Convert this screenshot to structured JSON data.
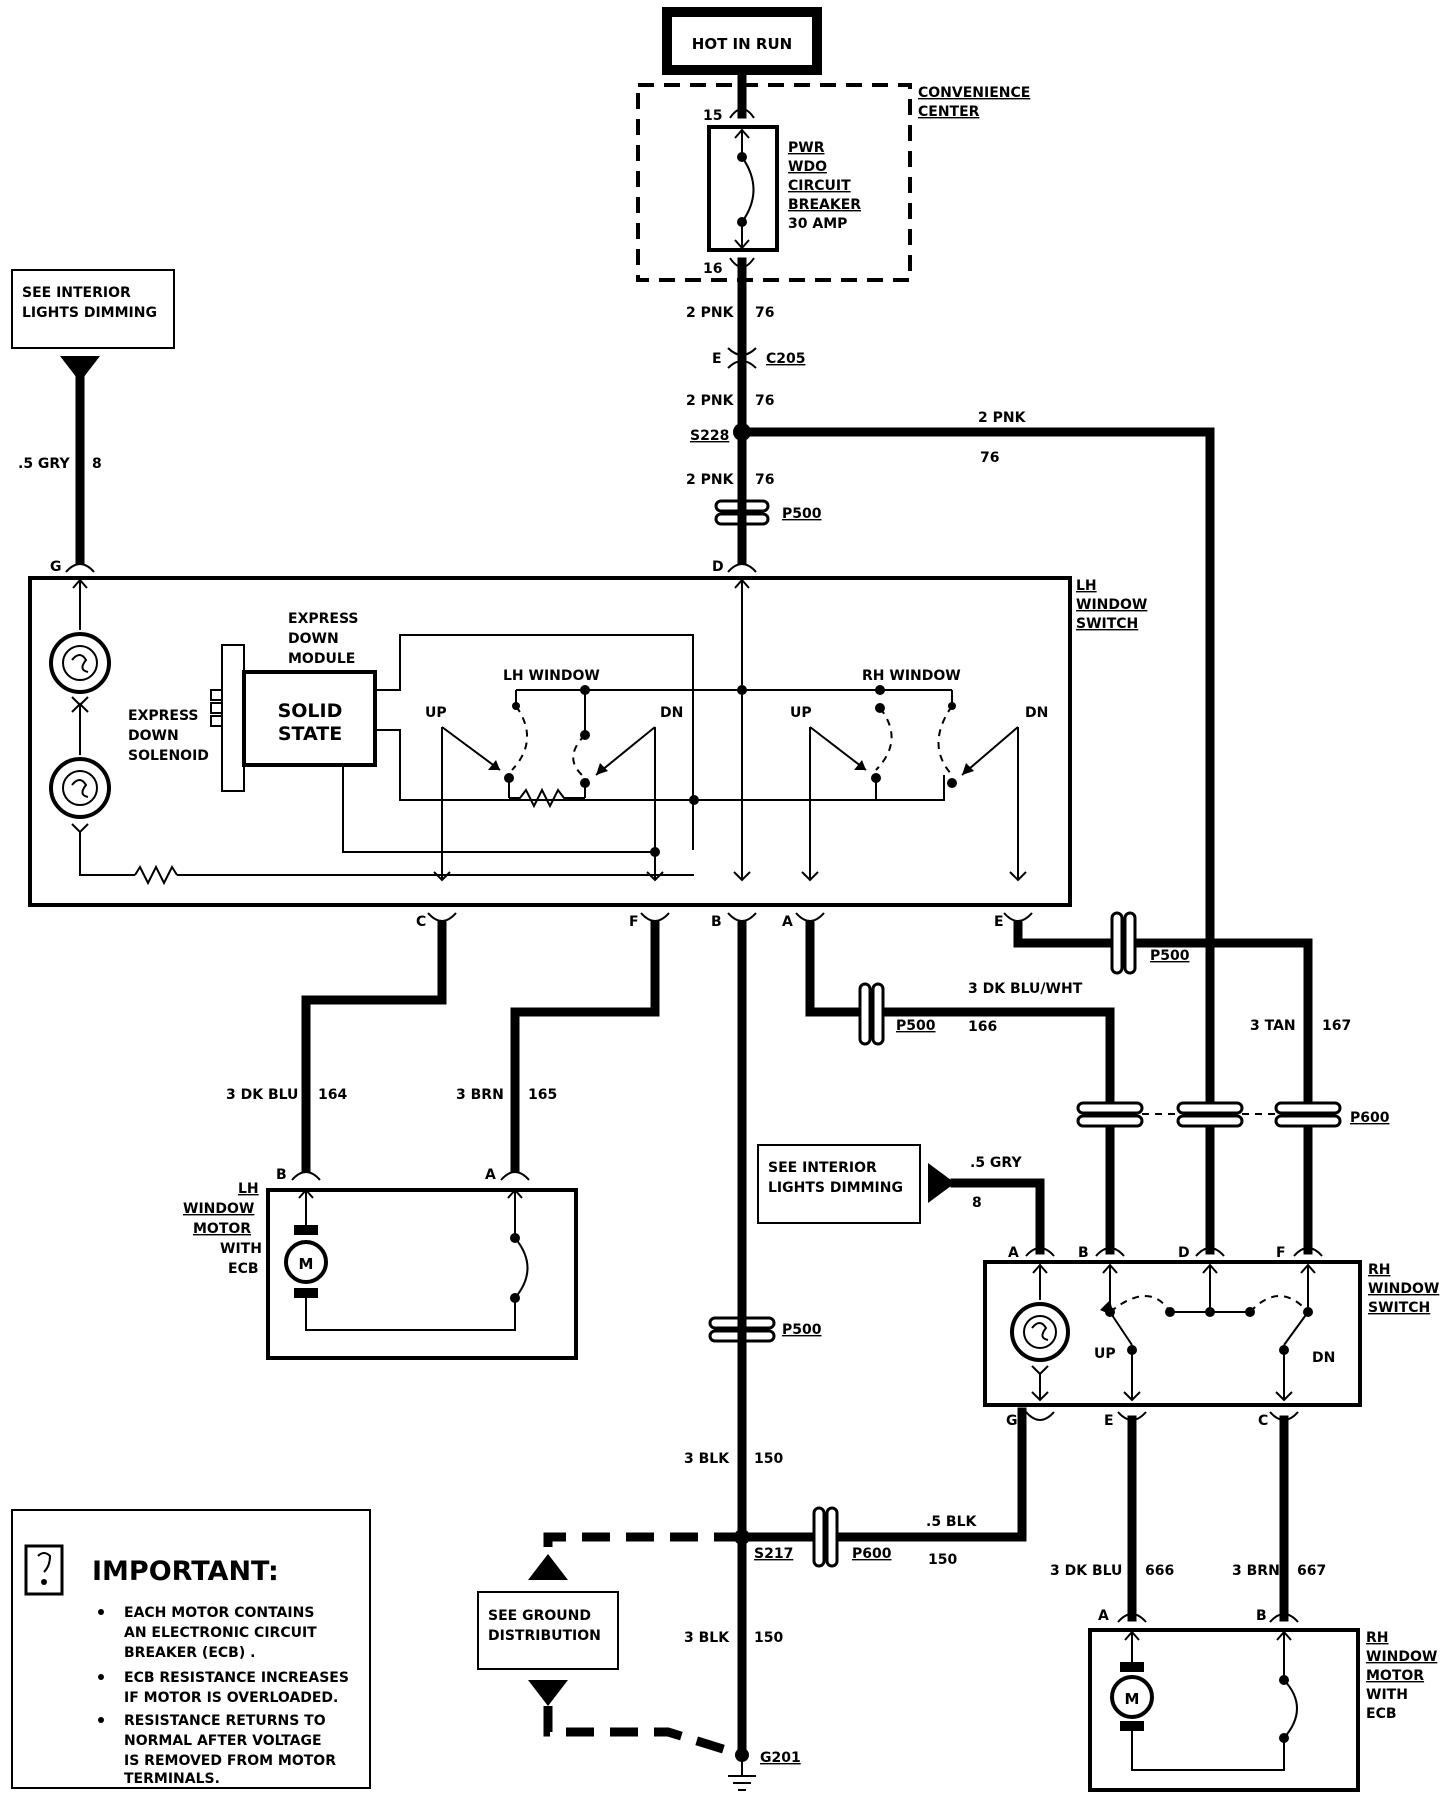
{
  "header": {
    "source_label": "HOT IN RUN"
  },
  "convenience_center": {
    "label_line1": "CONVENIENCE",
    "label_line2": "CENTER",
    "pin_in": "15",
    "pin_out": "16"
  },
  "circuit_breaker": {
    "line1": "PWR",
    "line2": "WDO",
    "line3": "CIRCUIT",
    "line4": "BREAKER",
    "line5": "30 AMP"
  },
  "refs": {
    "interior_lights_1": {
      "line1": "SEE INTERIOR",
      "line2": "LIGHTS DIMMING"
    },
    "interior_lights_2": {
      "line1": "SEE INTERIOR",
      "line2": "LIGHTS DIMMING"
    },
    "ground_distribution": {
      "line1": "SEE GROUND",
      "line2": "DISTRIBUTION"
    }
  },
  "wires": {
    "w1": {
      "gauge": "2 PNK",
      "circuit": "76"
    },
    "w2": {
      "gauge": "2 PNK",
      "circuit": "76"
    },
    "w3": {
      "gauge": "2 PNK",
      "circuit": "76"
    },
    "w4": {
      "gauge": "2 PNK",
      "circuit": "76"
    },
    "gry1": {
      "gauge": ".5 GRY",
      "circuit": "8"
    },
    "gry2": {
      "gauge": ".5 GRY",
      "circuit": "8"
    },
    "lh_up": {
      "gauge": "3 DK BLU",
      "circuit": "164"
    },
    "lh_dn": {
      "gauge": "3 BRN",
      "circuit": "165"
    },
    "rh_b": {
      "gauge": "3 DK BLU/WHT",
      "circuit": "166"
    },
    "rh_f": {
      "gauge": "3 TAN",
      "circuit": "167"
    },
    "blk1": {
      "gauge": "3 BLK",
      "circuit": "150"
    },
    "blk2": {
      "gauge": "3 BLK",
      "circuit": "150"
    },
    "blk3": {
      "gauge": ".5 BLK",
      "circuit": "150"
    },
    "rh_motor_a": {
      "gauge": "3 DK BLU",
      "circuit": "666"
    },
    "rh_motor_b": {
      "gauge": "3 BRN",
      "circuit": "667"
    }
  },
  "connectors": {
    "c205": "C205",
    "s228": "S228",
    "p500": "P500",
    "p600": "P600",
    "s217": "S217",
    "g201": "G201",
    "pin_e": "E"
  },
  "lh_switch": {
    "title_line1": "LH",
    "title_line2": "WINDOW",
    "title_line3": "SWITCH",
    "module_line1": "EXPRESS",
    "module_line2": "DOWN",
    "module_line3": "MODULE",
    "solid_line1": "SOLID",
    "solid_line2": "STATE",
    "solenoid_line1": "EXPRESS",
    "solenoid_line2": "DOWN",
    "solenoid_line3": "SOLENOID",
    "lh_window": "LH WINDOW",
    "rh_window": "RH WINDOW",
    "up": "UP",
    "dn": "DN",
    "up2": "UP",
    "dn2": "DN",
    "pins": {
      "g": "G",
      "d": "D",
      "c": "C",
      "f": "F",
      "b": "B",
      "a": "A",
      "e": "E"
    }
  },
  "lh_motor": {
    "title_line1": "LH",
    "title_line2": "WINDOW",
    "title_line3": "MOTOR",
    "title_line4": "WITH",
    "title_line5": "ECB",
    "motor": "M",
    "pin_b": "B",
    "pin_a": "A"
  },
  "rh_switch": {
    "title_line1": "RH",
    "title_line2": "WINDOW",
    "title_line3": "SWITCH",
    "up": "UP",
    "dn": "DN",
    "pins": {
      "a": "A",
      "b": "B",
      "d": "D",
      "f": "F",
      "g": "G",
      "e": "E",
      "c": "C"
    }
  },
  "rh_motor": {
    "title_line1": "RH",
    "title_line2": "WINDOW",
    "title_line3": "MOTOR",
    "title_line4": "WITH",
    "title_line5": "ECB",
    "motor": "M",
    "pin_a": "A",
    "pin_b": "B"
  },
  "important": {
    "heading": "IMPORTANT:",
    "b1_l1": "EACH MOTOR CONTAINS",
    "b1_l2": "AN ELECTRONIC CIRCUIT",
    "b1_l3": "BREAKER (ECB) .",
    "b2_l1": "ECB RESISTANCE INCREASES",
    "b2_l2": "IF MOTOR IS OVERLOADED.",
    "b3_l1": "RESISTANCE RETURNS TO",
    "b3_l2": "NORMAL AFTER VOLTAGE",
    "b3_l3": "IS REMOVED FROM MOTOR",
    "b3_l4": "TERMINALS."
  }
}
